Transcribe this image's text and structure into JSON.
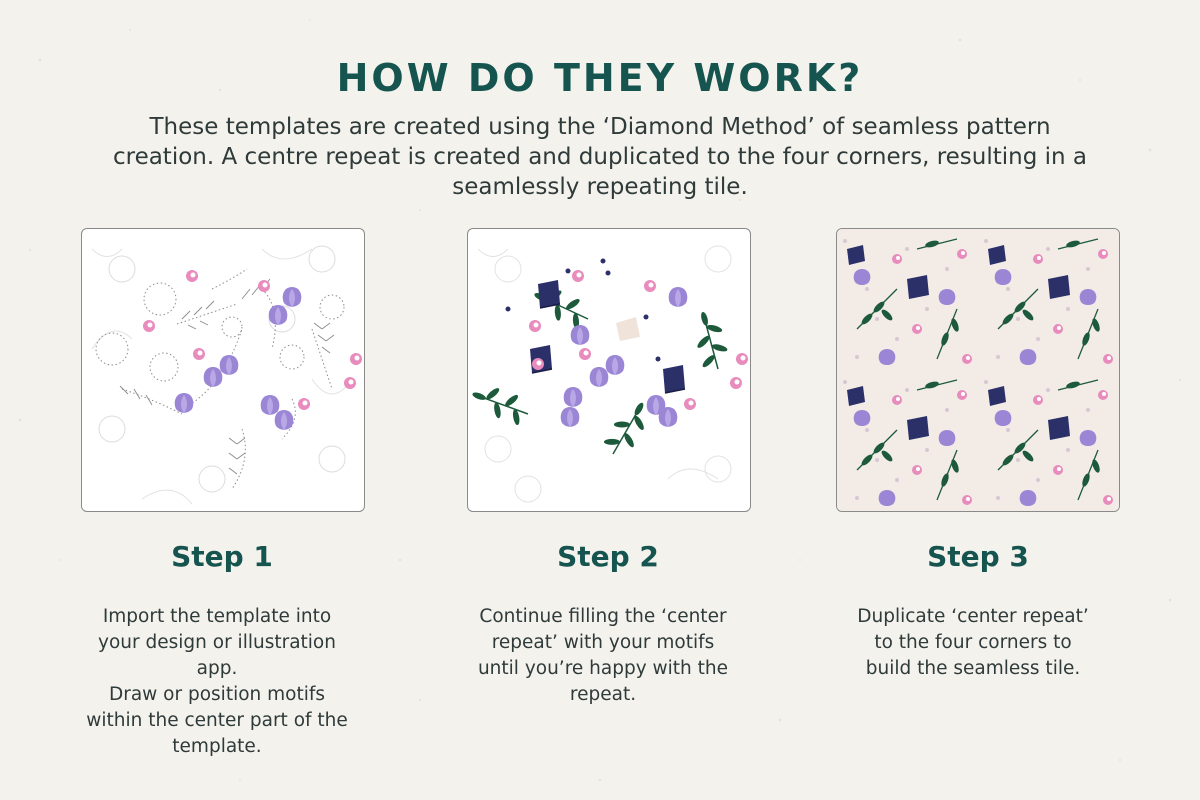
{
  "header": {
    "title": "HOW DO THEY WORK?",
    "intro": "These templates are created using the ‘Diamond Method’ of seamless pattern creation. A centre repeat is created and duplicated to the four corners, resulting in a seamlessly repeating tile."
  },
  "colors": {
    "background": "#f4f2ec",
    "heading": "#15544f",
    "leaf": "#1d5a3b",
    "lavender": "#9b86d6",
    "pink": "#e88bbd",
    "navy": "#2b3068",
    "tile_bg": "#f3ece6"
  },
  "icons": [
    "flower-icon",
    "leaf-icon",
    "book-icon",
    "berry-icon"
  ],
  "steps": [
    {
      "title": "Step 1",
      "lines": [
        "Import the template into",
        "your design or illustration",
        "app.",
        "Draw or position motifs",
        "within the center part of the",
        "template."
      ]
    },
    {
      "title": "Step 2",
      "lines": [
        "Continue filling the ‘center",
        "repeat’ with your motifs",
        "until you’re happy with the",
        "repeat."
      ]
    },
    {
      "title": "Step 3",
      "lines": [
        "Duplicate ‘center repeat’",
        "to the four corners to",
        "build the seamless tile."
      ]
    }
  ]
}
